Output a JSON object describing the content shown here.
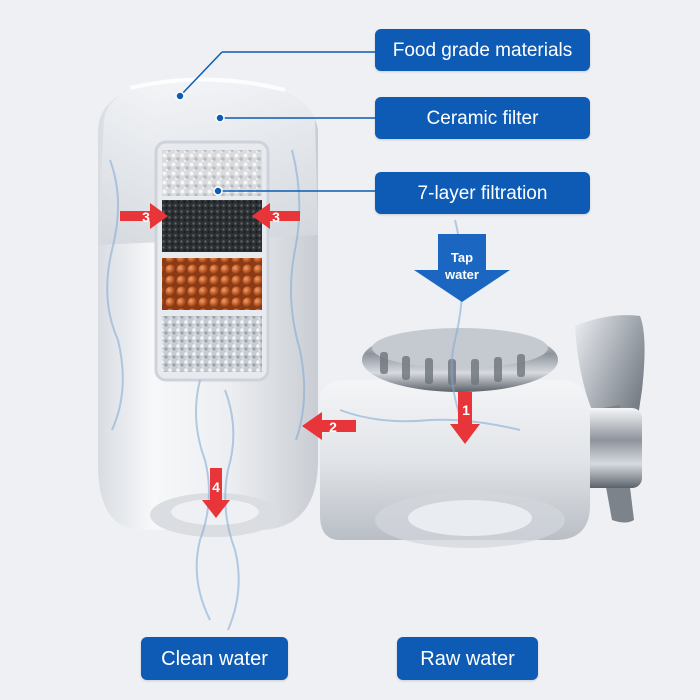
{
  "callouts": {
    "food_grade": "Food grade materials",
    "ceramic": "Ceramic filter",
    "layers": "7-layer filtration",
    "clean_water": "Clean water",
    "raw_water": "Raw water"
  },
  "tap_arrow": {
    "line1": "Tap",
    "line2": "water"
  },
  "flow_steps": [
    "1",
    "2",
    "3",
    "3",
    "4"
  ],
  "colors": {
    "callout_bg": "#0d5bb5",
    "arrow_red": "#e8353a",
    "arrow_blue": "#1a66c0",
    "background": "#eef0f3"
  }
}
